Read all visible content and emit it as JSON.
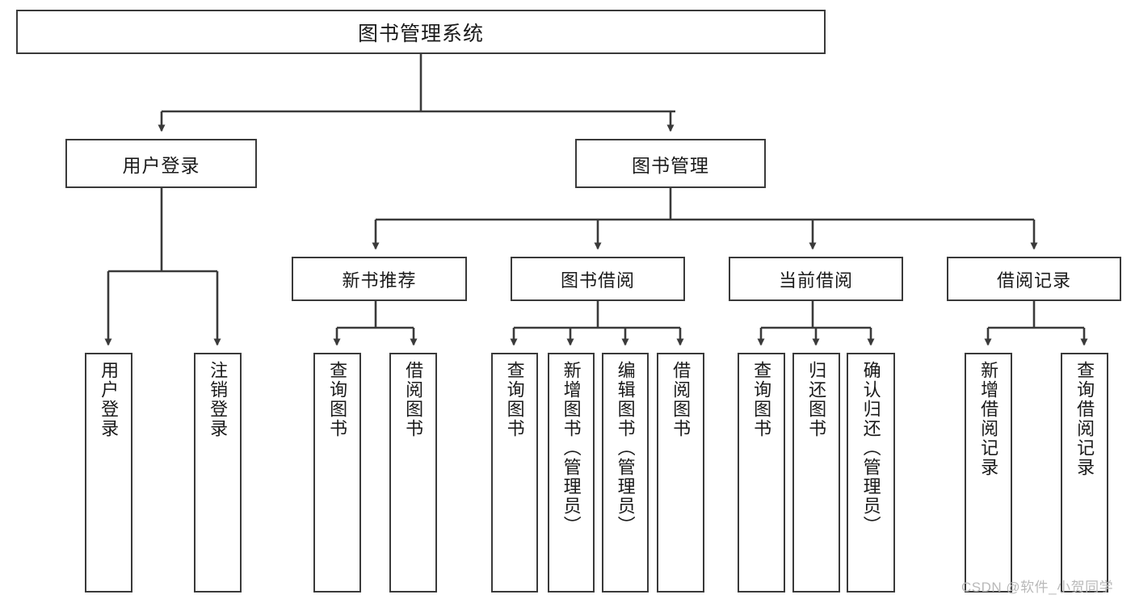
{
  "diagram": {
    "title": "图书管理系统",
    "type": "功能结构图",
    "watermark": "CSDN @软件_小贺同学",
    "colors": {
      "background": "#ffffff",
      "box_border": "#3a3a3a",
      "connector": "#3a3a3a",
      "text": "#1a1a1a",
      "watermark": "#b9b9b9"
    }
  },
  "nodes": {
    "root": {
      "label": "图书管理系统"
    },
    "level2": [
      {
        "label": "用户登录"
      },
      {
        "label": "图书管理"
      }
    ],
    "level3": [
      {
        "label": "新书推荐"
      },
      {
        "label": "图书借阅"
      },
      {
        "label": "当前借阅"
      },
      {
        "label": "借阅记录"
      }
    ],
    "leaves": {
      "user_login": [
        {
          "label": "用户登录"
        },
        {
          "label": "注销登录"
        }
      ],
      "new_book_recommend": [
        {
          "label": "查询图书"
        },
        {
          "label": "借阅图书"
        }
      ],
      "book_borrow": [
        {
          "label": "查询图书"
        },
        {
          "label": "新增图书（管理员）"
        },
        {
          "label": "编辑图书（管理员）"
        },
        {
          "label": "借阅图书"
        }
      ],
      "current_borrow": [
        {
          "label": "查询图书"
        },
        {
          "label": "归还图书"
        },
        {
          "label": "确认归还（管理员）"
        }
      ],
      "borrow_record": [
        {
          "label": "新增借阅记录"
        },
        {
          "label": "查询借阅记录"
        }
      ]
    }
  }
}
